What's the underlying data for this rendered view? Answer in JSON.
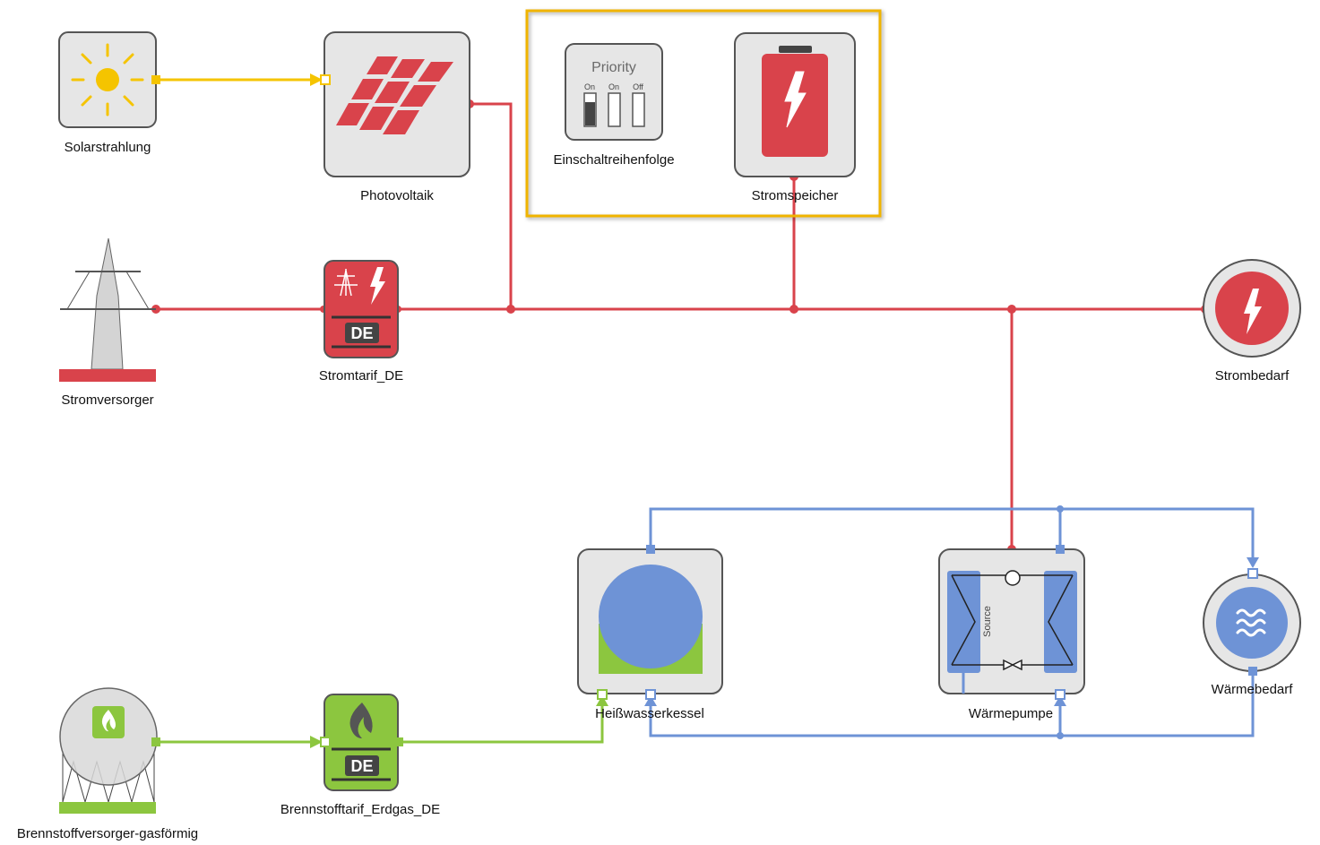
{
  "labels": {
    "solar": "Solarstrahlung",
    "pv": "Photovoltaik",
    "order": "Einschaltreihenfolge",
    "storage": "Stromspeicher",
    "grid_supplier": "Stromversorger",
    "power_tariff": "Stromtarif_DE",
    "power_demand": "Strombedarf",
    "boiler": "Heißwasserkessel",
    "heat_pump": "Wärmepumpe",
    "heat_demand": "Wärmebedarf",
    "gas_supplier": "Brennstoffversorger-gasförmig",
    "gas_tariff": "Brennstofftarif_Erdgas_DE"
  },
  "priority_widget": {
    "title": "Priority",
    "switches": [
      "On",
      "On",
      "Off"
    ]
  },
  "tariff_badge": "DE",
  "heat_pump_side": "Source",
  "colors": {
    "electric": "#d9434b",
    "solar": "#f5c400",
    "gas": "#8cc63f",
    "heat": "#6e93d6",
    "selection": "#f0b400"
  }
}
